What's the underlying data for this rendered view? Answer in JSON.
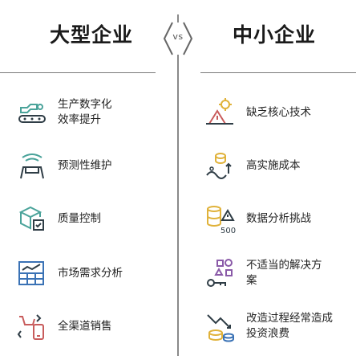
{
  "header": {
    "left_title": "大型企业",
    "right_title": "中小企业",
    "vs_label": "vs"
  },
  "colors": {
    "icon_teal": "#4aa39a",
    "icon_dark": "#2f3d46",
    "icon_red": "#c85c5c",
    "icon_gold": "#e0b23a",
    "icon_blue": "#3a72b5",
    "icon_purple": "#8a5aa8",
    "divider": "#8a8a8a"
  },
  "left_items": [
    {
      "label": "生产数字化\n效率提升",
      "icon": "factory-conveyor-icon"
    },
    {
      "label": "预测性维护",
      "icon": "car-sensor-icon"
    },
    {
      "label": "质量控制",
      "icon": "quality-box-icon"
    },
    {
      "label": "市场需求分析",
      "icon": "chart-table-icon"
    },
    {
      "label": "全渠道销售",
      "icon": "omnichannel-sales-icon"
    }
  ],
  "right_items": [
    {
      "label": "缺乏核心技术",
      "icon": "gear-warning-icon"
    },
    {
      "label": "高实施成本",
      "icon": "coin-cost-icon"
    },
    {
      "label": "数据分析挑战",
      "icon": "data-warning-icon",
      "badge": "500"
    },
    {
      "label": "不适当的解决方\n案",
      "icon": "shapes-key-icon"
    },
    {
      "label": "改造过程经常造成\n投资浪费",
      "icon": "coins-down-icon"
    }
  ]
}
